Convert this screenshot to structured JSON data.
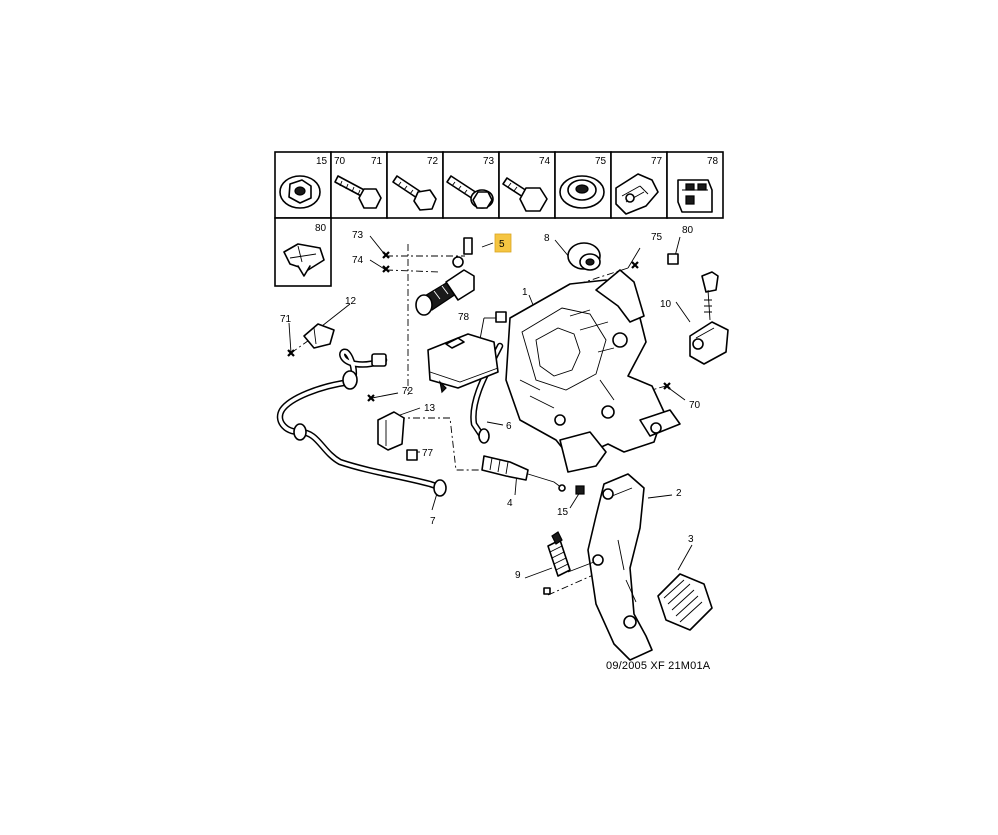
{
  "header_cells": [
    {
      "labels": [
        "15"
      ]
    },
    {
      "labels": [
        "70",
        "71"
      ]
    },
    {
      "labels": [
        "72"
      ]
    },
    {
      "labels": [
        "73"
      ]
    },
    {
      "labels": [
        "74"
      ]
    },
    {
      "labels": [
        "75"
      ]
    },
    {
      "labels": [
        "77"
      ]
    },
    {
      "labels": [
        "78"
      ]
    }
  ],
  "second_row_cell": {
    "labels": [
      "80"
    ]
  },
  "callouts": {
    "c1": "1",
    "c2": "2",
    "c3": "3",
    "c4": "4",
    "c5": "5",
    "c6": "6",
    "c7": "7",
    "c8": "8",
    "c9": "9",
    "c10": "10",
    "c12": "12",
    "c13": "13",
    "c15": "15",
    "c70": "70",
    "c71": "71",
    "c72": "72",
    "c73": "73",
    "c74": "74",
    "c75": "75",
    "c77": "77",
    "c78": "78",
    "c80": "80"
  },
  "highlight_color": "#f5c542",
  "reference_text": "09/2005  XF 21M01A"
}
